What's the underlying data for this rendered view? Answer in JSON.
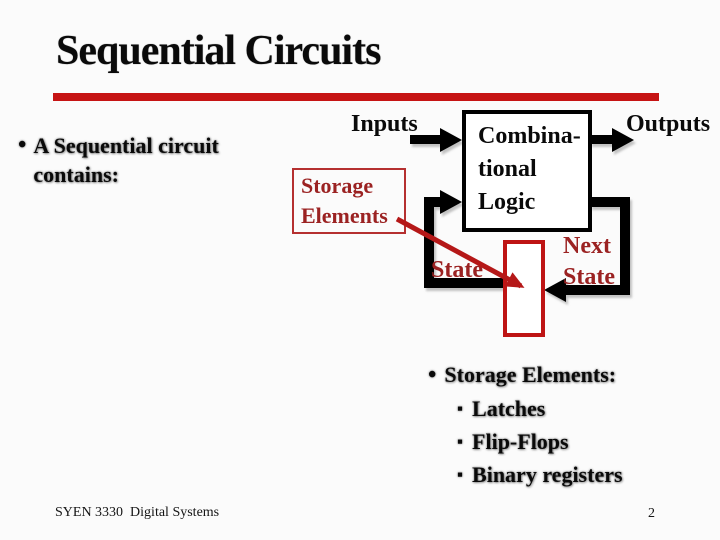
{
  "slide": {
    "title": "Sequential Circuits",
    "footer_left": "SYEN 3330  Digital Systems",
    "page_number": "2"
  },
  "colors": {
    "rule_red": "#c61414",
    "shape_red": "#be1414",
    "dark_red_text": "#9b2222",
    "black": "#0a0a0a",
    "background": "#fbfbfb"
  },
  "main_bullet": {
    "glyph": "•",
    "text": "A Sequential circuit contains:"
  },
  "diagram": {
    "inputs_label": "Inputs",
    "outputs_label": "Outputs",
    "combinational_lines": [
      "Combina-",
      "tional",
      "Logic"
    ],
    "storage_elements_lines": [
      "Storage",
      "Elements"
    ],
    "state_label": "State",
    "next_state_lines": [
      "Next",
      "State"
    ]
  },
  "storage_list": {
    "glyph": "•",
    "heading": "Storage Elements:",
    "item_glyph": "▪",
    "items": [
      "Latches",
      "Flip-Flops",
      "Binary registers"
    ]
  }
}
